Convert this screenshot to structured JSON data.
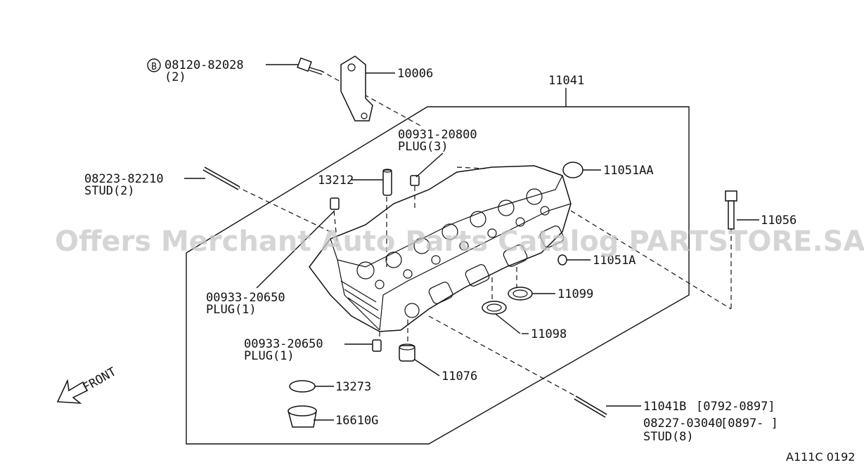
{
  "diagram": {
    "code": "A111C 0192",
    "watermark": "Offers Merchant Auto Parts Catalog PARTSTORE.SA",
    "front_label": "FRONT",
    "bolt_marker": "B",
    "parts": {
      "p08120": {
        "number": "08120-82028",
        "qty": "(2)"
      },
      "p10006": {
        "number": "10006"
      },
      "p11041": {
        "number": "11041"
      },
      "p00931": {
        "number": "00931-20800",
        "desc": "PLUG(3)"
      },
      "p13212": {
        "number": "13212"
      },
      "p11051AA": {
        "number": "11051AA"
      },
      "p08223": {
        "number": "08223-82210",
        "desc": "STUD(2)"
      },
      "p11056": {
        "number": "11056"
      },
      "p11051A": {
        "number": "11051A"
      },
      "p00933a": {
        "number": "00933-20650",
        "desc": "PLUG(1)"
      },
      "p11099": {
        "number": "11099"
      },
      "p11098": {
        "number": "11098"
      },
      "p00933b": {
        "number": "00933-20650",
        "desc": "PLUG(1)"
      },
      "p11076": {
        "number": "11076"
      },
      "p13273": {
        "number": "13273"
      },
      "p16610G": {
        "number": "16610G"
      },
      "p11041B": {
        "number": "11041B",
        "range": "[0792-0897]"
      },
      "p08227": {
        "number": "08227-03040",
        "range": "[0897-      ]",
        "desc": "STUD(8)"
      }
    }
  }
}
